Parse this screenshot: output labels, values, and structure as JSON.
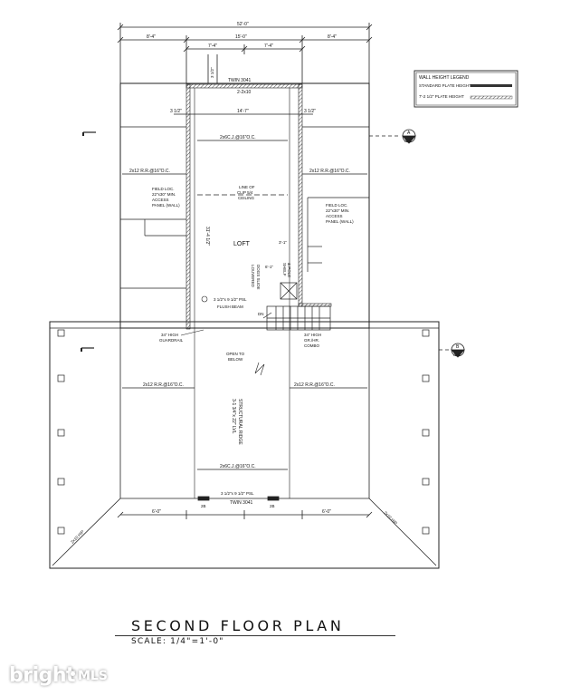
{
  "dimensions": {
    "overall": "52'-0\"",
    "left_bay": "8'-4\"",
    "center_bay": "15'-0\"",
    "right_bay": "8'-4\"",
    "center_half_left": "7'-4\"",
    "center_half_right": "7'-4\"",
    "bottom_left": "6'-0\"",
    "bottom_right": "6'-0\"",
    "width_inner": "14'-7\"",
    "side_left": "3 1/2\"",
    "side_right": "3 1/2\"",
    "top_v": "3 1/2\"",
    "loft_depth": "31'-4 1/2\"",
    "stair_clear": "3'-1\"",
    "hall": "6'-1\""
  },
  "legend": {
    "title": "WALL HEIGHT LEGEND",
    "item1": "STANDARD PLATE HEIGHT",
    "item2": "7'-2 1/2\" PLATE HEIGHT"
  },
  "labels": {
    "twin_top": "TWIN 3041",
    "header_top": "2-2x10",
    "ceiling_joists_top": "2x6C.J.@16\"O.C.",
    "rafters_left": "2x12 R.R.@16\"O.C.",
    "rafters_right": "2x12 R.R.@16\"O.C.",
    "field_loc_left": [
      "FIELD LOC.",
      "22\"x30\" MIN.",
      "ACCESS",
      "PANEL (WALL)"
    ],
    "field_loc_right": [
      "FIELD LOC.",
      "22\"x30\" MIN.",
      "ACCESS",
      "PANEL (WALL)"
    ],
    "line_of_clip": [
      "LINE OF",
      "CLIP 5/4",
      "CEILING"
    ],
    "loft": "LOFT",
    "louvered": [
      "LOUVERED",
      "DOGS SLIDE"
    ],
    "shelf": [
      "SHELF",
      "& POLE"
    ],
    "psl": "3 1/2\"x 9 1/2\" PSL",
    "flush_beam": "FLUSH BEAM",
    "guardrail_left": [
      "34\" HIGH",
      "GUARDRAIL"
    ],
    "guardrail_right": [
      "34\" HIGH",
      "GR./HR.",
      "COMBO"
    ],
    "open_below": [
      "OPEN TO",
      "BELOW"
    ],
    "rafters_low_left": "2x12 R.R.@16\"O.C.",
    "rafters_low_right": "2x12 R.R.@16\"O.C.",
    "ridge": [
      "3-1 3/4\"x 22\" LVL",
      "STRUCTURAL RIDGE"
    ],
    "ceiling_joists_bottom": "2x6C.J.@16\"O.C.",
    "psl_bottom": "3 1/2\"x 9 1/2\" PSL",
    "twin_bottom": "TWIN 3041",
    "hip_left": "2x10 HIP",
    "hip_right": "2x10 HIP",
    "dn": "DN",
    "section_a": "A",
    "section_a_sheet": "A-4",
    "section_b": "B",
    "section_b_sheet": "A-4",
    "mark_2b": "2B"
  },
  "title": "SECOND FLOOR PLAN",
  "scale": "SCALE: 1/4\"=1'-0\"",
  "watermark": {
    "brand": "bright",
    "suffix": "MLS"
  }
}
